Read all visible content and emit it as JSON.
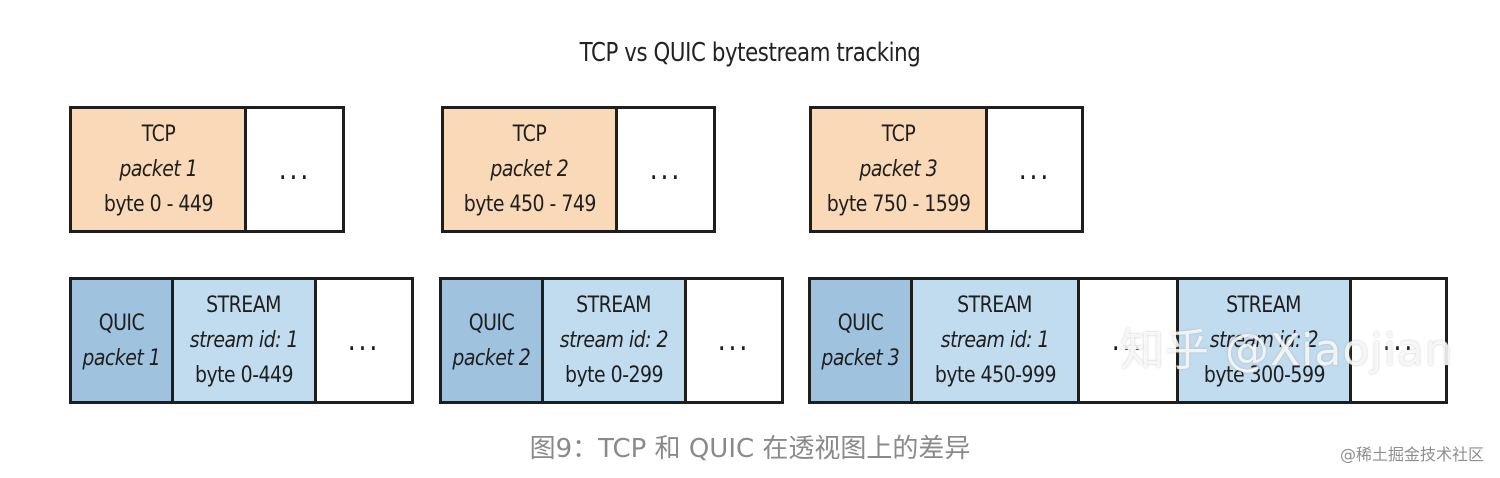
{
  "title": "TCP vs QUIC bytestream tracking",
  "tcp_row": [
    {
      "line1": "TCP",
      "line2": "packet 1",
      "line3": "byte 0 - 449",
      "dots": "..."
    },
    {
      "line1": "TCP",
      "line2": "packet 2",
      "line3": "byte 450 - 749",
      "dots": "..."
    },
    {
      "line1": "TCP",
      "line2": "packet 3",
      "line3": "byte 750 - 1599",
      "dots": "..."
    }
  ],
  "quic_row": [
    {
      "header": {
        "line1": "QUIC",
        "line2": "packet 1"
      },
      "streams": [
        {
          "line1": "STREAM",
          "line2": "stream id: 1",
          "line3": "byte 0-449"
        }
      ],
      "dots": "..."
    },
    {
      "header": {
        "line1": "QUIC",
        "line2": "packet 2"
      },
      "streams": [
        {
          "line1": "STREAM",
          "line2": "stream id: 2",
          "line3": "byte 0-299"
        }
      ],
      "dots": "..."
    },
    {
      "header": {
        "line1": "QUIC",
        "line2": "packet 3"
      },
      "streams": [
        {
          "line1": "STREAM",
          "line2": "stream id: 1",
          "line3": "byte 450-999"
        },
        {
          "line1": "STREAM",
          "line2": "stream id: 2",
          "line3": "byte 300-599"
        }
      ],
      "dots": "..."
    }
  ],
  "caption": "图9：TCP 和 QUIC 在透视图上的差异",
  "watermark": "知乎 @Xiaojian",
  "corner_text": "@稀土掘金技术社区",
  "colors": {
    "tcp": "#f9d9b8",
    "quic_header": "#9fc3df",
    "stream": "#c1dcef",
    "border": "#1e1e1e"
  }
}
